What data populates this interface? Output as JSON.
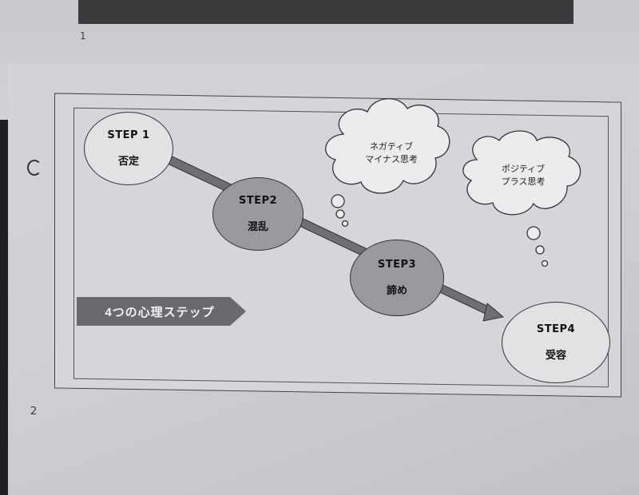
{
  "page": {
    "top_page_number": "1",
    "bottom_page_number": "2"
  },
  "banner": {
    "label": "4つの心理ステップ"
  },
  "steps": [
    {
      "title": "STEP 1",
      "label": "否定"
    },
    {
      "title": "STEP2",
      "label": "混乱"
    },
    {
      "title": "STEP3",
      "label": "諦め"
    },
    {
      "title": "STEP4",
      "label": "受容"
    }
  ],
  "thoughts": {
    "negative": {
      "line1": "ネガティブ",
      "line2": "マイナス思考"
    },
    "positive": {
      "line1": "ポジティブ",
      "line2": "プラス思考"
    }
  },
  "colors": {
    "step_light": "#e2e2e5",
    "step_dark": "#9a9a9e",
    "arrow": "#6f6f73",
    "banner": "#6a6a6e"
  }
}
